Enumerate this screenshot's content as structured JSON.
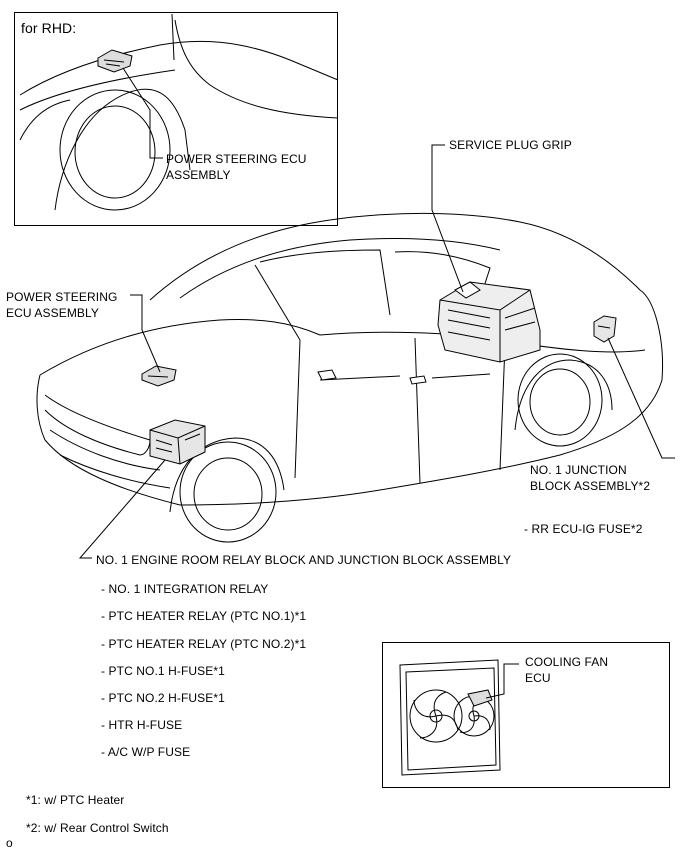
{
  "inset_rhd": {
    "title": "for RHD:",
    "callout": "POWER STEERING ECU\nASSEMBLY"
  },
  "callouts": {
    "service_plug_grip": "SERVICE PLUG GRIP",
    "power_steering_ecu": "POWER STEERING\nECU ASSEMBLY",
    "junction_block_1": "NO. 1 JUNCTION\nBLOCK ASSEMBLY*2",
    "rr_ecu_ig_fuse": "- RR ECU-IG FUSE*2",
    "engine_room_relay_block": "NO. 1 ENGINE ROOM RELAY BLOCK AND JUNCTION BLOCK ASSEMBLY"
  },
  "relay_block_items": [
    "- NO. 1 INTEGRATION RELAY",
    "- PTC HEATER RELAY (PTC NO.1)*1",
    "- PTC HEATER RELAY (PTC NO.2)*1",
    "- PTC NO.1 H-FUSE*1",
    "- PTC NO.2 H-FUSE*1",
    "- HTR H-FUSE",
    "- A/C W/P FUSE"
  ],
  "inset_fan": {
    "callout": "COOLING FAN\nECU"
  },
  "footnotes": [
    "*1: w/ PTC Heater",
    "*2: w/ Rear Control Switch"
  ],
  "figure_code": "o"
}
